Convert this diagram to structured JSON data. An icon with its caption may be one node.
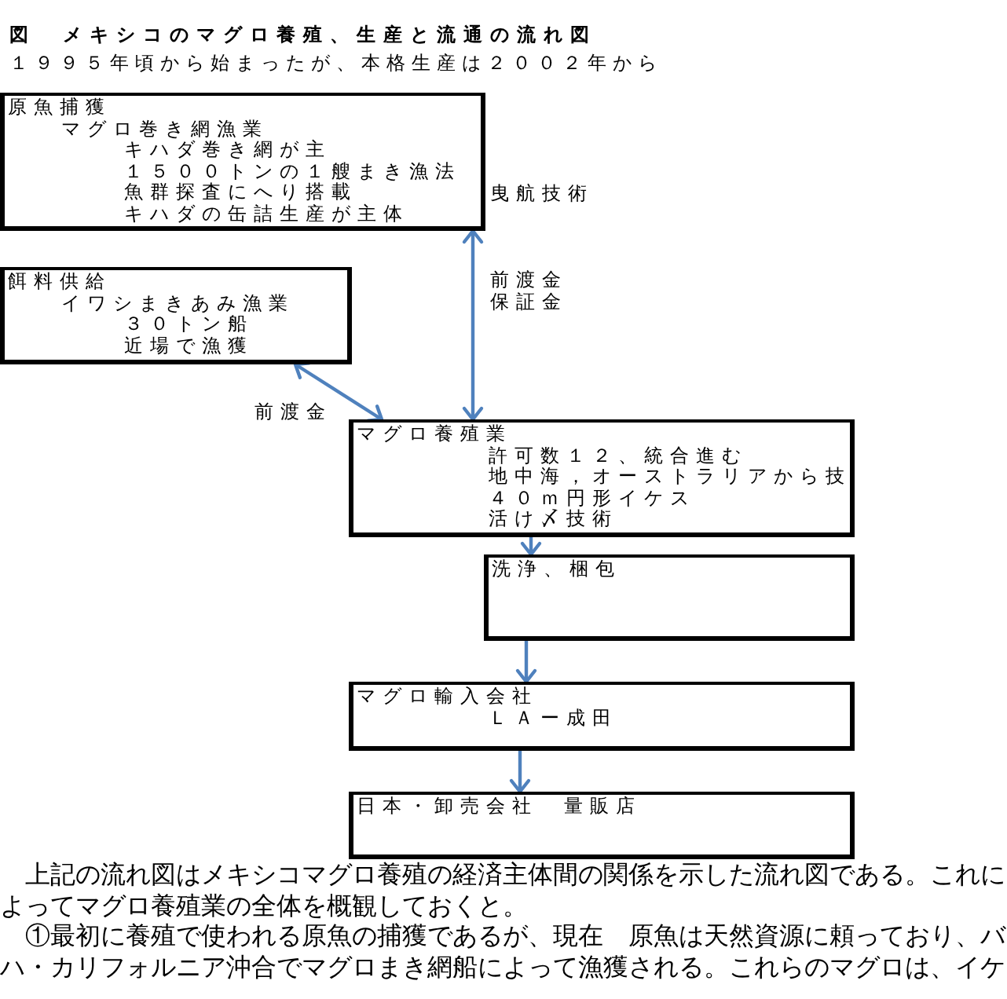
{
  "diagram": {
    "title": "図　メキシコのマグロ養殖、生産と流通の流れ図",
    "nodes": [
      {
        "text": [
          "原魚捕獲",
          "マグロ巻き網漁業",
          "キハダ巻き網が主",
          "１５００トンの１艘まき漁法",
          "魚群探査にへり搭載",
          "キハダの缶詰生産が主体"
        ],
        "beside": [
          "曳航技術"
        ]
      },
      {
        "text": [
          "餌料供給",
          "イワシまきあみ漁業",
          "３０トン船",
          "近場で漁獲"
        ]
      },
      {
        "text": [
          "マグロ養殖業",
          "許可数１２、統合進む",
          "地中海，オーストラリアから技",
          "４０ｍ円形イケス",
          "活け〆技術"
        ]
      },
      {
        "text": [
          "洗浄、梱包"
        ]
      },
      {
        "text": [
          "マグロ輸入会社",
          "ＬＡー成田"
        ]
      },
      {
        "text": [
          "日本・卸売会社　量販店"
        ]
      }
    ],
    "edges": [
      {
        "from": 0,
        "to": 2,
        "arrow": "both",
        "label": "前渡金保証金"
      },
      {
        "from": 1,
        "to": 2,
        "arrow": "both",
        "label": "前渡金"
      },
      {
        "from": 2,
        "to": 3,
        "arrow": "to"
      },
      {
        "from": 3,
        "to": 4,
        "arrow": "to"
      },
      {
        "from": 4,
        "to": 5,
        "arrow": "to"
      }
    ],
    "labels": [
      "１９９５年頃から始まったが、本格生産は２００２年から",
      "上記の流れ図はメキシコマグロ養殖の経済主体間の関係を示した流れ図である。これによってマグロ養殖業の全体を概観しておくと。",
      "①最初に養殖で使われる原魚の捕獲であるが、現在　原魚は天然資源に頼っており、バハ・カリフォルニア沖合でマグロまき網船によって漁獲される。これらのマグロは、イケ"
    ]
  }
}
